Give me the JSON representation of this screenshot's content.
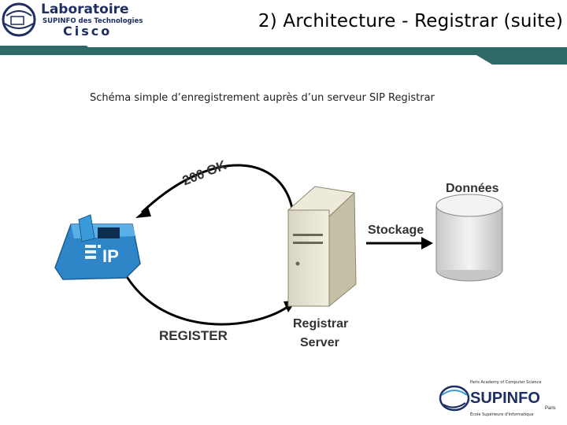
{
  "header": {
    "logo_lab": {
      "line1": "Laboratoire",
      "line2": "SUPINFO des Technologies",
      "line3": "Cisco"
    },
    "title": "2) Architecture - Registrar (suite)"
  },
  "subtitle": "Schéma simple d’enregistrement auprès d’un serveur SIP Registrar",
  "diagram": {
    "label_ok": "200 OK",
    "label_register": "REGISTER",
    "label_phone": "IP",
    "label_server_1": "Registrar",
    "label_server_2": "Server",
    "label_storage": "Stockage",
    "label_db": "Données"
  },
  "footer": {
    "logo_supinfo": {
      "top": "Paris Academy of Computer Science",
      "brand": "SUPINFO",
      "city": "Paris",
      "bottom": "École Supérieure d'Informatique"
    }
  },
  "colors": {
    "teal_band": "#2f6a66",
    "phone_blue": "#3a9ad9",
    "navy": "#1e2e63"
  }
}
